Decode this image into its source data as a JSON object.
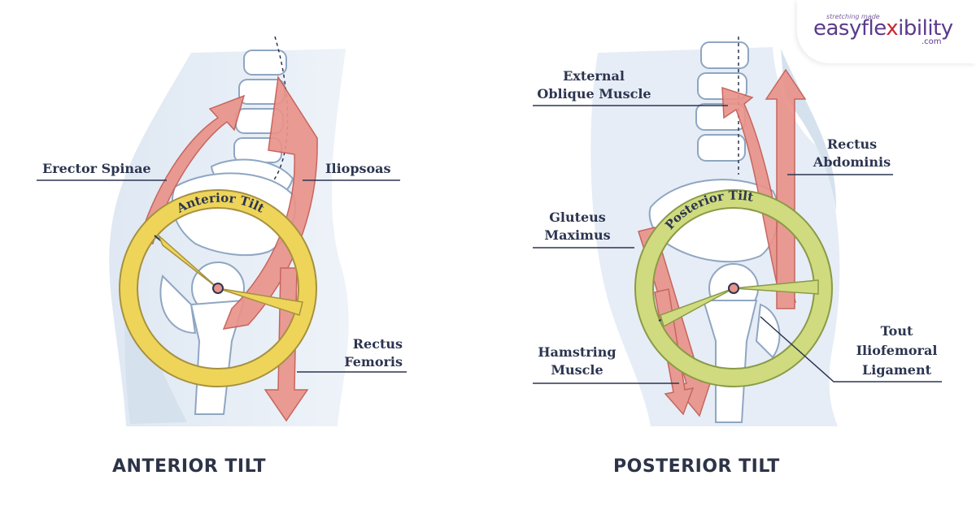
{
  "logo": {
    "tagline": "stretching made",
    "brand_part1": "easyfle",
    "brand_part2": "x",
    "brand_part3": "ibility",
    "domain": ".com"
  },
  "left_panel": {
    "title": "ANTERIOR TILT",
    "ring_label": "Anterior Tilt",
    "labels": {
      "erector_spinae": "Erector Spinae",
      "iliopsoas": "Iliopsoas",
      "rectus_femoris_1": "Rectus",
      "rectus_femoris_2": "Femoris"
    }
  },
  "right_panel": {
    "title": "POSTERIOR TILT",
    "ring_label": "Posterior Tilt",
    "labels": {
      "external_oblique_1": "External",
      "external_oblique_2": "Oblique Muscle",
      "rectus_abdominis_1": "Rectus",
      "rectus_abdominis_2": "Abdominis",
      "gluteus_maximus_1": "Gluteus",
      "gluteus_maximus_2": "Maximus",
      "hamstring_1": "Hamstring",
      "hamstring_2": "Muscle",
      "iliofemoral_1": "Tout",
      "iliofemoral_2": "Iliofemoral",
      "iliofemoral_3": "Ligament"
    }
  },
  "colors": {
    "body_fill": "#e9eff7",
    "body_shade": "#d6e1ee",
    "bone_fill": "#ffffff",
    "bone_stroke": "#8fa6c2",
    "muscle_arrow": "#e9938a",
    "muscle_arrow_stroke": "#c45a52",
    "ring_anterior": "#eed55a",
    "ring_posterior": "#cfdb7e",
    "label_text": "#2c3550",
    "leader_line": "#2c3550"
  }
}
